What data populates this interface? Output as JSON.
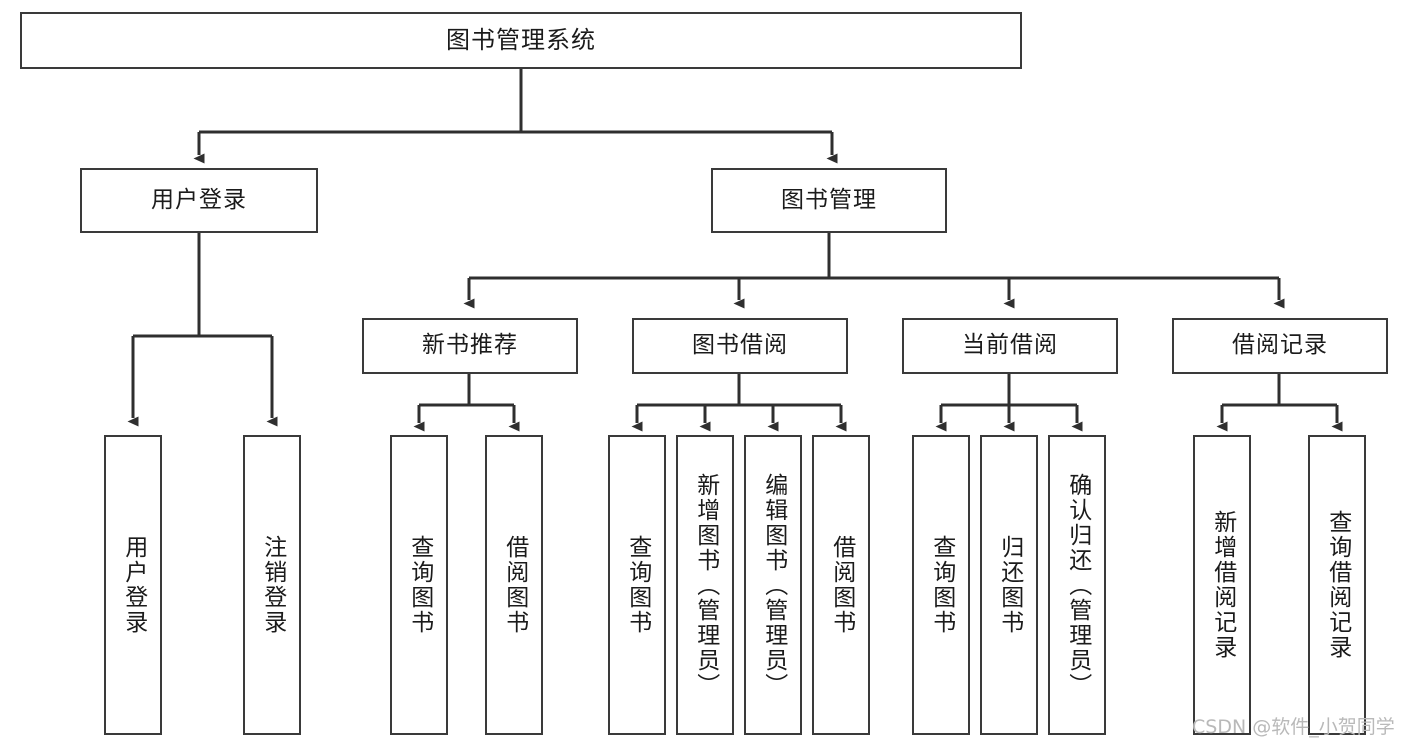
{
  "diagram": {
    "title": "图书管理系统",
    "type": "hierarchy-tree",
    "watermark": "CSDN @软件_小贺同学",
    "colors": {
      "box_border": "#3a3a3a",
      "box_fill": "#ffffff",
      "connector": "#2f2f2f",
      "text": "#1b1b1b",
      "watermark": "#b9b9b9"
    },
    "levels": {
      "level0": [
        {
          "id": "root",
          "label": "图书管理系统"
        }
      ],
      "level1": [
        {
          "id": "user-login",
          "label": "用户登录"
        },
        {
          "id": "book-manage",
          "label": "图书管理"
        }
      ],
      "level2": [
        {
          "id": "new-book-rec",
          "label": "新书推荐",
          "parent": "book-manage"
        },
        {
          "id": "book-borrow",
          "label": "图书借阅",
          "parent": "book-manage"
        },
        {
          "id": "current-borrow",
          "label": "当前借阅",
          "parent": "book-manage"
        },
        {
          "id": "borrow-record",
          "label": "借阅记录",
          "parent": "book-manage"
        }
      ],
      "leaves": [
        {
          "id": "leaf-user-login",
          "label": "用户登录",
          "parent": "user-login"
        },
        {
          "id": "leaf-user-logout",
          "label": "注销登录",
          "parent": "user-login"
        },
        {
          "id": "leaf-query-book-1",
          "label": "查询图书",
          "parent": "new-book-rec"
        },
        {
          "id": "leaf-borrow-book-1",
          "label": "借阅图书",
          "parent": "new-book-rec"
        },
        {
          "id": "leaf-query-book-2",
          "label": "查询图书",
          "parent": "book-borrow"
        },
        {
          "id": "leaf-add-book",
          "label": "新增图书（管理员）",
          "parent": "book-borrow"
        },
        {
          "id": "leaf-edit-book",
          "label": "编辑图书（管理员）",
          "parent": "book-borrow"
        },
        {
          "id": "leaf-borrow-book-2",
          "label": "借阅图书",
          "parent": "book-borrow"
        },
        {
          "id": "leaf-query-book-3",
          "label": "查询图书",
          "parent": "current-borrow"
        },
        {
          "id": "leaf-return-book",
          "label": "归还图书",
          "parent": "current-borrow"
        },
        {
          "id": "leaf-confirm-return",
          "label": "确认归还（管理员）",
          "parent": "current-borrow"
        },
        {
          "id": "leaf-add-record",
          "label": "新增借阅记录",
          "parent": "borrow-record"
        },
        {
          "id": "leaf-query-record",
          "label": "查询借阅记录",
          "parent": "borrow-record"
        }
      ]
    }
  }
}
